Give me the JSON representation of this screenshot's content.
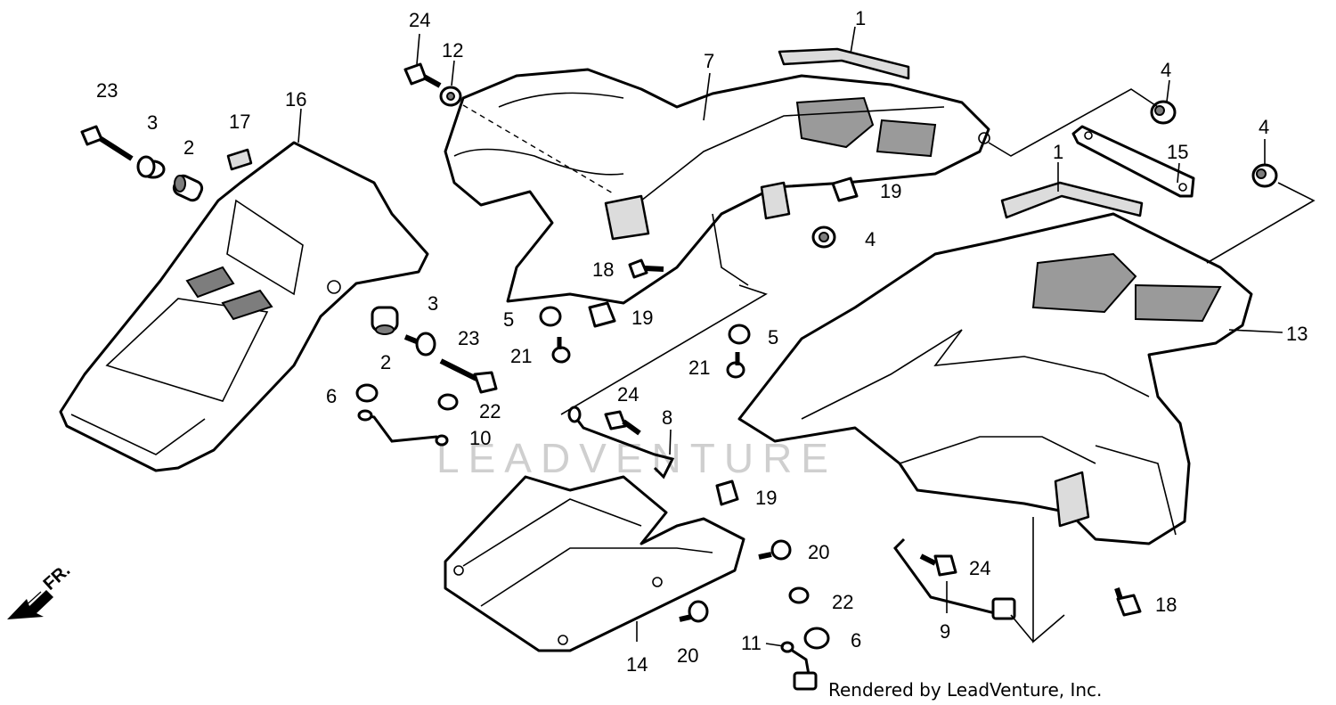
{
  "diagram": {
    "watermark": "LEADVENTURE",
    "credit": "Rendered by LeadVenture, Inc.",
    "direction_label": "FR.",
    "callouts": [
      {
        "id": "c1a",
        "text": "1"
      },
      {
        "id": "c1b",
        "text": "1"
      },
      {
        "id": "c2a",
        "text": "2"
      },
      {
        "id": "c2b",
        "text": "2"
      },
      {
        "id": "c3a",
        "text": "3"
      },
      {
        "id": "c3b",
        "text": "3"
      },
      {
        "id": "c4a",
        "text": "4"
      },
      {
        "id": "c4b",
        "text": "4"
      },
      {
        "id": "c4c",
        "text": "4"
      },
      {
        "id": "c5a",
        "text": "5"
      },
      {
        "id": "c5b",
        "text": "5"
      },
      {
        "id": "c6a",
        "text": "6"
      },
      {
        "id": "c6b",
        "text": "6"
      },
      {
        "id": "c7",
        "text": "7"
      },
      {
        "id": "c8",
        "text": "8"
      },
      {
        "id": "c9",
        "text": "9"
      },
      {
        "id": "c10",
        "text": "10"
      },
      {
        "id": "c11",
        "text": "11"
      },
      {
        "id": "c12",
        "text": "12"
      },
      {
        "id": "c13",
        "text": "13"
      },
      {
        "id": "c14",
        "text": "14"
      },
      {
        "id": "c15",
        "text": "15"
      },
      {
        "id": "c16",
        "text": "16"
      },
      {
        "id": "c17",
        "text": "17"
      },
      {
        "id": "c18a",
        "text": "18"
      },
      {
        "id": "c18b",
        "text": "18"
      },
      {
        "id": "c19a",
        "text": "19"
      },
      {
        "id": "c19b",
        "text": "19"
      },
      {
        "id": "c19c",
        "text": "19"
      },
      {
        "id": "c20a",
        "text": "20"
      },
      {
        "id": "c20b",
        "text": "20"
      },
      {
        "id": "c21a",
        "text": "21"
      },
      {
        "id": "c21b",
        "text": "21"
      },
      {
        "id": "c22a",
        "text": "22"
      },
      {
        "id": "c22b",
        "text": "22"
      },
      {
        "id": "c23a",
        "text": "23"
      },
      {
        "id": "c23b",
        "text": "23"
      },
      {
        "id": "c24a",
        "text": "24"
      },
      {
        "id": "c24b",
        "text": "24"
      },
      {
        "id": "c24c",
        "text": "24"
      }
    ]
  }
}
